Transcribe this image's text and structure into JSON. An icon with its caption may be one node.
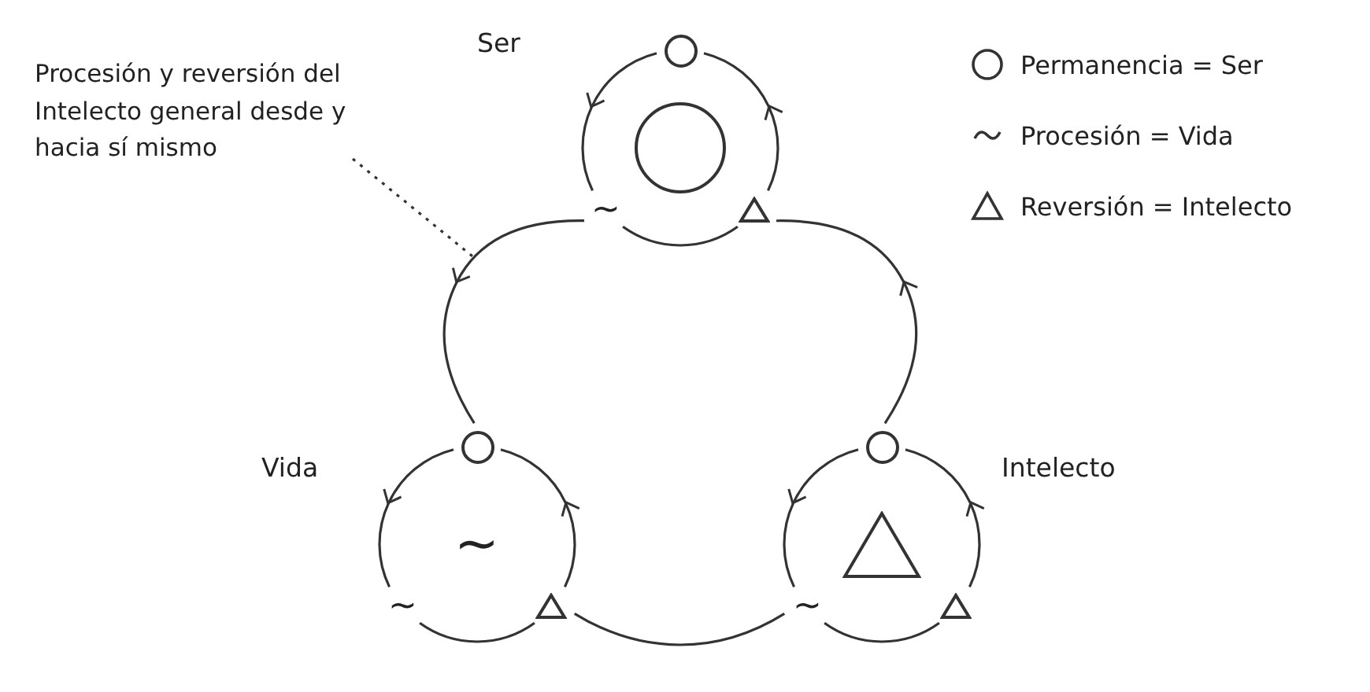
{
  "diagram": {
    "nodes": [
      {
        "text": [
          "Procesión y reversión del Intelecto general desde y hacia sí mismo"
        ]
      },
      {
        "text": [],
        "shape": "circle"
      },
      {
        "text": [],
        "shape": "circle"
      },
      {
        "text": [
          "~"
        ]
      },
      {
        "text": [],
        "shape": "triangle"
      },
      {
        "text": [],
        "shape": "circle"
      },
      {
        "text": [
          "~"
        ]
      },
      {
        "text": [
          "~"
        ]
      },
      {
        "text": [],
        "shape": "triangle"
      },
      {
        "text": [],
        "shape": "circle"
      },
      {
        "text": [],
        "shape": "triangle"
      },
      {
        "text": [
          "~"
        ]
      },
      {
        "text": [],
        "shape": "triangle"
      }
    ],
    "edges": [
      {
        "from": 3,
        "to": 5,
        "arrow": "to"
      },
      {
        "from": 8,
        "to": 11,
        "arrow": "none"
      },
      {
        "from": 9,
        "to": 4,
        "arrow": "to"
      },
      {
        "from": 1,
        "to": 3,
        "arrow": "to"
      },
      {
        "from": 3,
        "to": 4,
        "arrow": "none"
      },
      {
        "from": 4,
        "to": 1,
        "arrow": "to"
      },
      {
        "from": 5,
        "to": 7,
        "arrow": "to"
      },
      {
        "from": 7,
        "to": 8,
        "arrow": "none"
      },
      {
        "from": 8,
        "to": 5,
        "arrow": "to"
      },
      {
        "from": 9,
        "to": 11,
        "arrow": "to"
      },
      {
        "from": 11,
        "to": 12,
        "arrow": "none"
      },
      {
        "from": 12,
        "to": 9,
        "arrow": "to"
      },
      {
        "from": 0,
        "to": null,
        "arrow": "none",
        "style": "dashed"
      }
    ],
    "labels": [
      "Ser",
      "Vida",
      "Intelecto"
    ],
    "legend": [
      {
        "text": "Permanencia = Ser"
      },
      {
        "text": "Procesión = Vida"
      },
      {
        "text": "Reversión = Intelecto"
      }
    ]
  }
}
